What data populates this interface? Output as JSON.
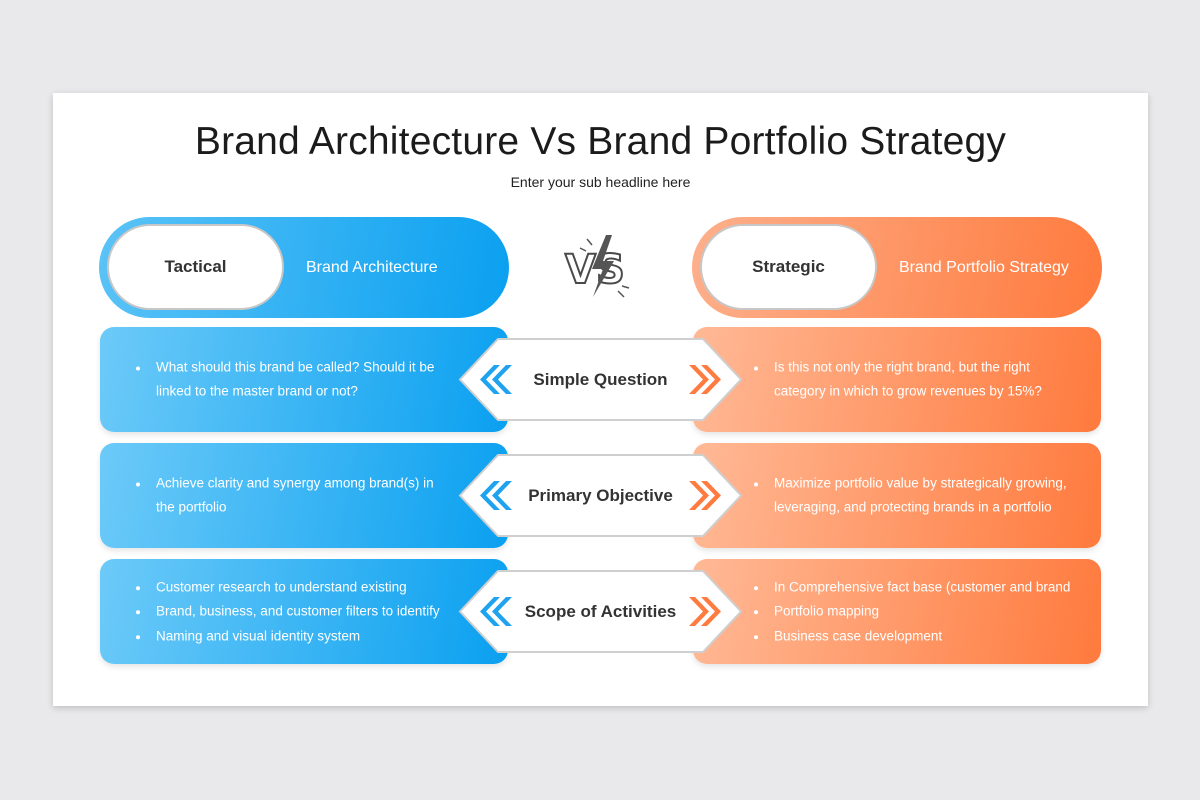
{
  "title": "Brand Architecture Vs Brand Portfolio Strategy",
  "subtitle": "Enter your sub headline here",
  "left_header": {
    "pill": "Tactical",
    "label": "Brand Architecture"
  },
  "right_header": {
    "pill": "Strategic",
    "label": "Brand Portfolio Strategy"
  },
  "vs": "VS",
  "rows": [
    {
      "center": "Simple Question",
      "left": [
        "What should this brand be called? Should it be linked to the master brand or not?"
      ],
      "right": [
        "Is this not only the right brand, but the right category in which to grow revenues by 15%?"
      ]
    },
    {
      "center": "Primary Objective",
      "left": [
        "Achieve clarity and synergy among brand(s) in the portfolio"
      ],
      "right": [
        "Maximize portfolio value by strategically growing, leveraging, and protecting brands in a portfolio"
      ]
    },
    {
      "center": "Scope of Activities",
      "left": [
        "Customer research to understand existing",
        "Brand, business, and customer filters to identify",
        "Naming and visual identity system"
      ],
      "right": [
        "In Comprehensive fact base (customer and brand",
        "Portfolio mapping",
        "Business case development"
      ]
    }
  ],
  "colors": {
    "blue": "#0aa0f0",
    "orange": "#ff7a3d",
    "chevron_blue": "#1fa3ee",
    "chevron_orange": "#ff7b3f"
  },
  "icons": {
    "left_chevron": "chevron-left-double-icon",
    "right_chevron": "chevron-right-double-icon",
    "vs_icon": "vs-lightning-icon"
  }
}
